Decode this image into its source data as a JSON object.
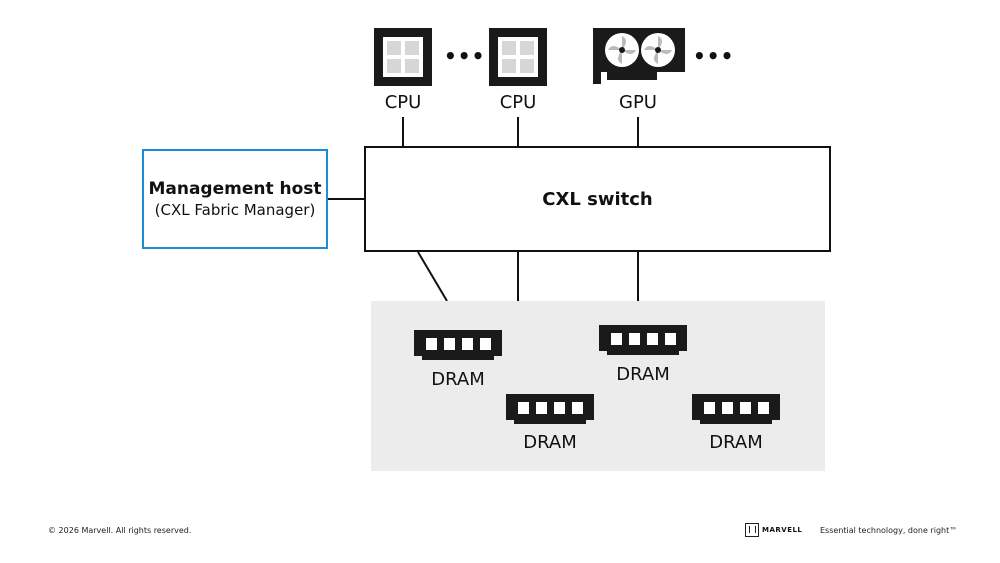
{
  "processors": [
    {
      "label": "CPU",
      "icon": "cpu-chip-icon"
    },
    {
      "label": "CPU",
      "icon": "cpu-chip-icon"
    },
    {
      "label": "GPU",
      "icon": "gpu-card-icon"
    }
  ],
  "ellipsis": "•••",
  "management_host": {
    "title": "Management host",
    "subtitle": "(CXL Fabric Manager)",
    "border_color": "#1a8cd8"
  },
  "switch": {
    "label": "CXL switch"
  },
  "memory": {
    "modules": [
      "DRAM",
      "DRAM",
      "DRAM",
      "DRAM"
    ],
    "area_color": "#ececec"
  },
  "footer": {
    "copyright": "© 2026 Marvell. All rights reserved.",
    "logo_text": "MARVELL",
    "tagline": "Essential technology, done right™"
  }
}
